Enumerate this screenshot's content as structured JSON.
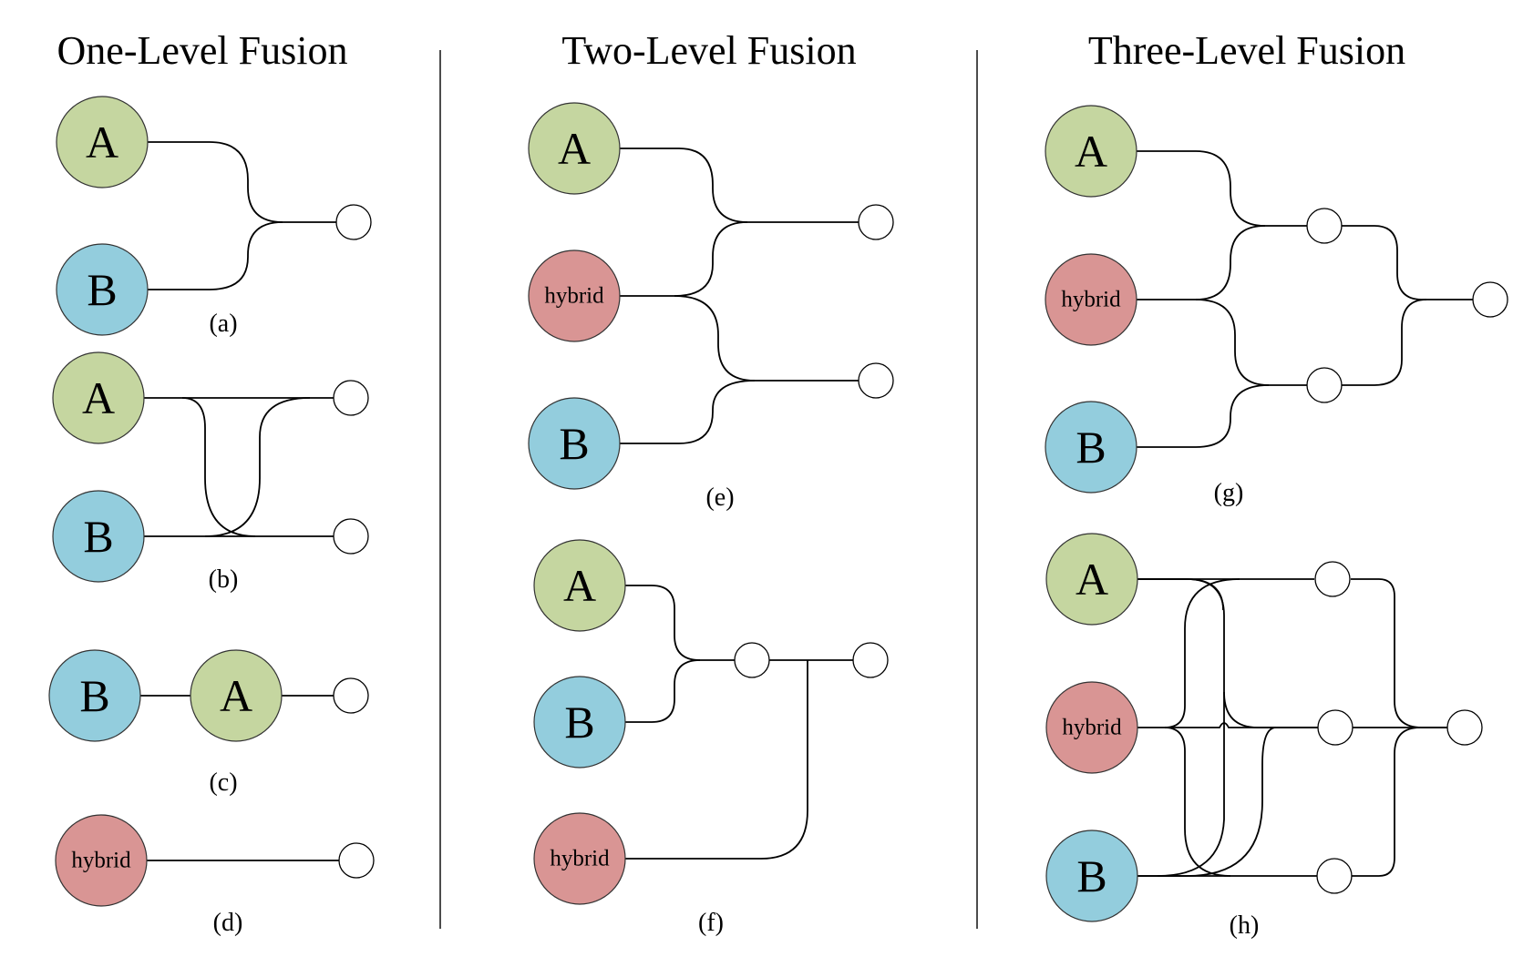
{
  "titles": {
    "one": "One-Level Fusion",
    "two": "Two-Level Fusion",
    "three": "Three-Level Fusion"
  },
  "captions": {
    "a": "(a)",
    "b": "(b)",
    "c": "(c)",
    "d": "(d)",
    "e": "(e)",
    "f": "(f)",
    "g": "(g)",
    "h": "(h)"
  },
  "labels": {
    "A": "A",
    "B": "B",
    "hybrid": "hybrid"
  },
  "colors": {
    "A": "#c5d6a0",
    "B": "#93cddd",
    "hybrid": "#d99594"
  }
}
